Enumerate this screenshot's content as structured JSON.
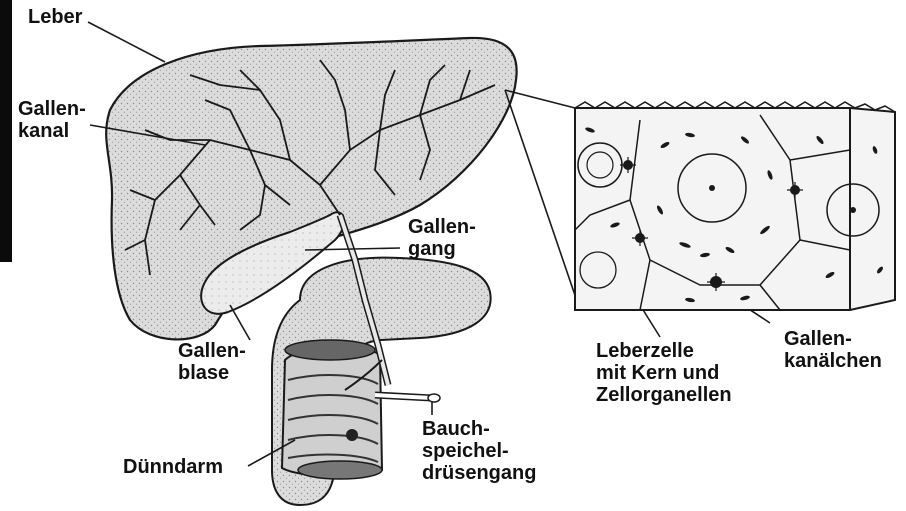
{
  "labels": {
    "leber": [
      "Leber"
    ],
    "gallenkanal": [
      "Gallen-",
      "kanal"
    ],
    "gallengang": [
      "Gallen-",
      "gang"
    ],
    "gallenblase": [
      "Gallen-",
      "blase"
    ],
    "duenndarm": [
      "Dünndarm"
    ],
    "bauchspeicheldruesengang": [
      "Bauch-",
      "speichel-",
      "drüsengang"
    ],
    "leberzelle": [
      "Leberzelle",
      "mit Kern und",
      "Zellorganellen"
    ],
    "gallenkanaelchen": [
      "Gallen-",
      "kanälchen"
    ]
  },
  "colors": {
    "ink": "#1a1a1a",
    "organ_fill": "#d7d7d7",
    "tissue_fill": "#f4f4f4",
    "background": "#ffffff"
  }
}
